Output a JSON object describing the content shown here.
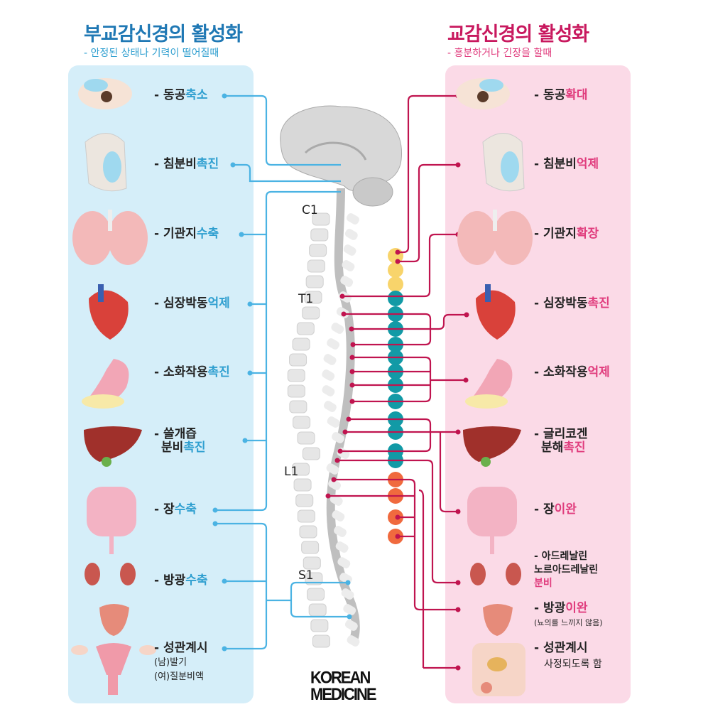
{
  "left": {
    "title": "부교감신경의 활성화",
    "subtitle": "- 안정된 상태나 기력이 떨어질때",
    "items": [
      {
        "prefix": "- 동공",
        "hl": "축소"
      },
      {
        "prefix": "- 침분비",
        "hl": "촉진"
      },
      {
        "prefix": "- 기관지",
        "hl": "수축"
      },
      {
        "prefix": "- 심장박동",
        "hl": "억제"
      },
      {
        "prefix": "- 소화작용",
        "hl": "촉진"
      },
      {
        "line1": "- 쓸개즙",
        "prefix": "분비",
        "hl": "촉진"
      },
      {
        "prefix": "- 장",
        "hl": "수축"
      },
      {
        "prefix": "- 방광",
        "hl": "수축"
      },
      {
        "prefix": "- 성관계시",
        "note1": "(남)발기",
        "note2": "(여)질분비액"
      }
    ]
  },
  "right": {
    "title": "교감신경의 활성화",
    "subtitle": "- 흥분하거나 긴장을 할때",
    "items": [
      {
        "prefix": "- 동공",
        "hl": "확대"
      },
      {
        "prefix": "- 침분비",
        "hl": "억제"
      },
      {
        "prefix": "- 기관지",
        "hl": "확장"
      },
      {
        "prefix": "- 심장박동",
        "hl": "촉진"
      },
      {
        "prefix": "- 소화작용",
        "hl": "억제"
      },
      {
        "line1": "- 글리코겐",
        "prefix": "분해",
        "hl": "촉진"
      },
      {
        "prefix": "- 장",
        "hl": "이완"
      },
      {
        "line1": "- 아드레날린",
        "line2": "노르아드레날린",
        "hl": "분비"
      },
      {
        "prefix": "- 방광",
        "hl": "이완",
        "note1": "(뇨의를 느끼지 않음)"
      },
      {
        "prefix": "- 성관계시",
        "note1": "사정되도록 함"
      }
    ]
  },
  "spine": {
    "c1": "C1",
    "t1": "T1",
    "l1": "L1",
    "s1": "S1"
  },
  "logo": {
    "line1": "KOREAN",
    "line2": "MEDICINE"
  },
  "colors": {
    "blue_title": "#1f78b4",
    "pink_title": "#c8185e",
    "blue_line": "#4bb3e3",
    "pink_line": "#c0144f",
    "yellow": "#f8d46b",
    "teal": "#129aa6",
    "orange": "#f06a3e"
  }
}
